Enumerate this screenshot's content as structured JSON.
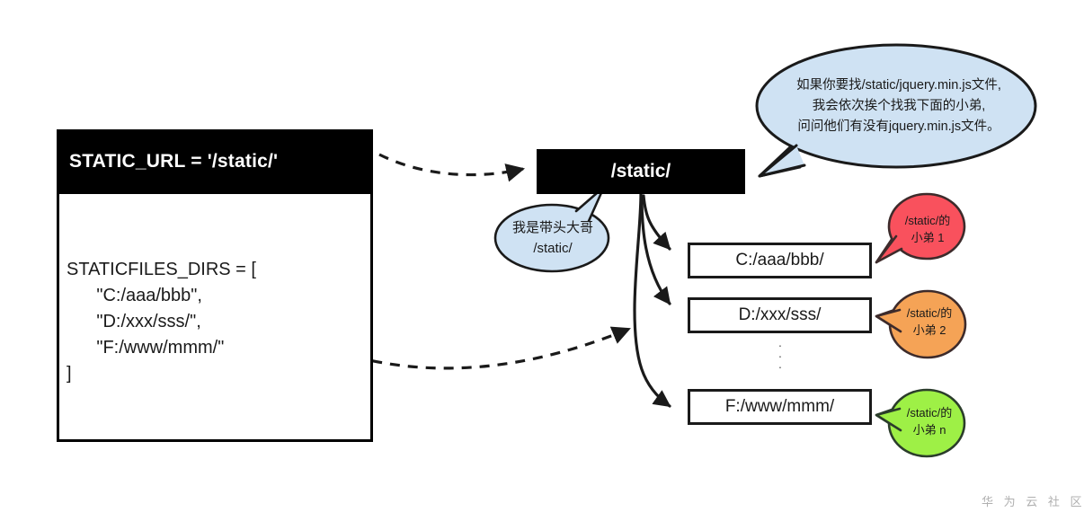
{
  "diagram": {
    "title": "Django STATIC_URL / STATICFILES_DIRS diagram",
    "settings_panel": {
      "header_label": "STATIC_URL = '/static/'",
      "body_code": "STATICFILES_DIRS = [\n      \"C:/aaa/bbb\",\n      \"D:/xxx/sss/\",\n      \"F:/www/mmm/\"\n]"
    },
    "static_node": {
      "label": "/static/"
    },
    "path_boxes": [
      {
        "label": "C:/aaa/bbb/"
      },
      {
        "label": "D:/xxx/sss/"
      },
      {
        "label": "F:/www/mmm/"
      }
    ],
    "ellipsis": {
      "dot": "·"
    },
    "bubbles": {
      "main": {
        "text": "如果你要找/static/jquery.min.js文件,\n我会依次挨个找我下面的小弟,\n问问他们有没有jquery.min.js文件。",
        "fill": "#cfe2f3",
        "stroke": "#1a1a1a"
      },
      "boss": {
        "text": "我是带头大哥\n/static/",
        "fill": "#cfe2f3",
        "stroke": "#1a1a1a"
      },
      "minions": [
        {
          "text": "/static/的\n小弟 1",
          "fill": "#f9515d",
          "stroke": "#3d2b2b"
        },
        {
          "text": "/static/的\n小弟 2",
          "fill": "#f5a356",
          "stroke": "#3d2b2b"
        },
        {
          "text": "/static/的\n小弟 n",
          "fill": "#9ef046",
          "stroke": "#2b3d2b"
        }
      ]
    },
    "watermark": {
      "text": "华 为 云 社 区"
    },
    "colors": {
      "node_fill": "#000000",
      "node_text": "#ffffff",
      "box_border": "#1a1a1a",
      "background": "#ffffff",
      "connector": "#1a1a1a"
    }
  }
}
